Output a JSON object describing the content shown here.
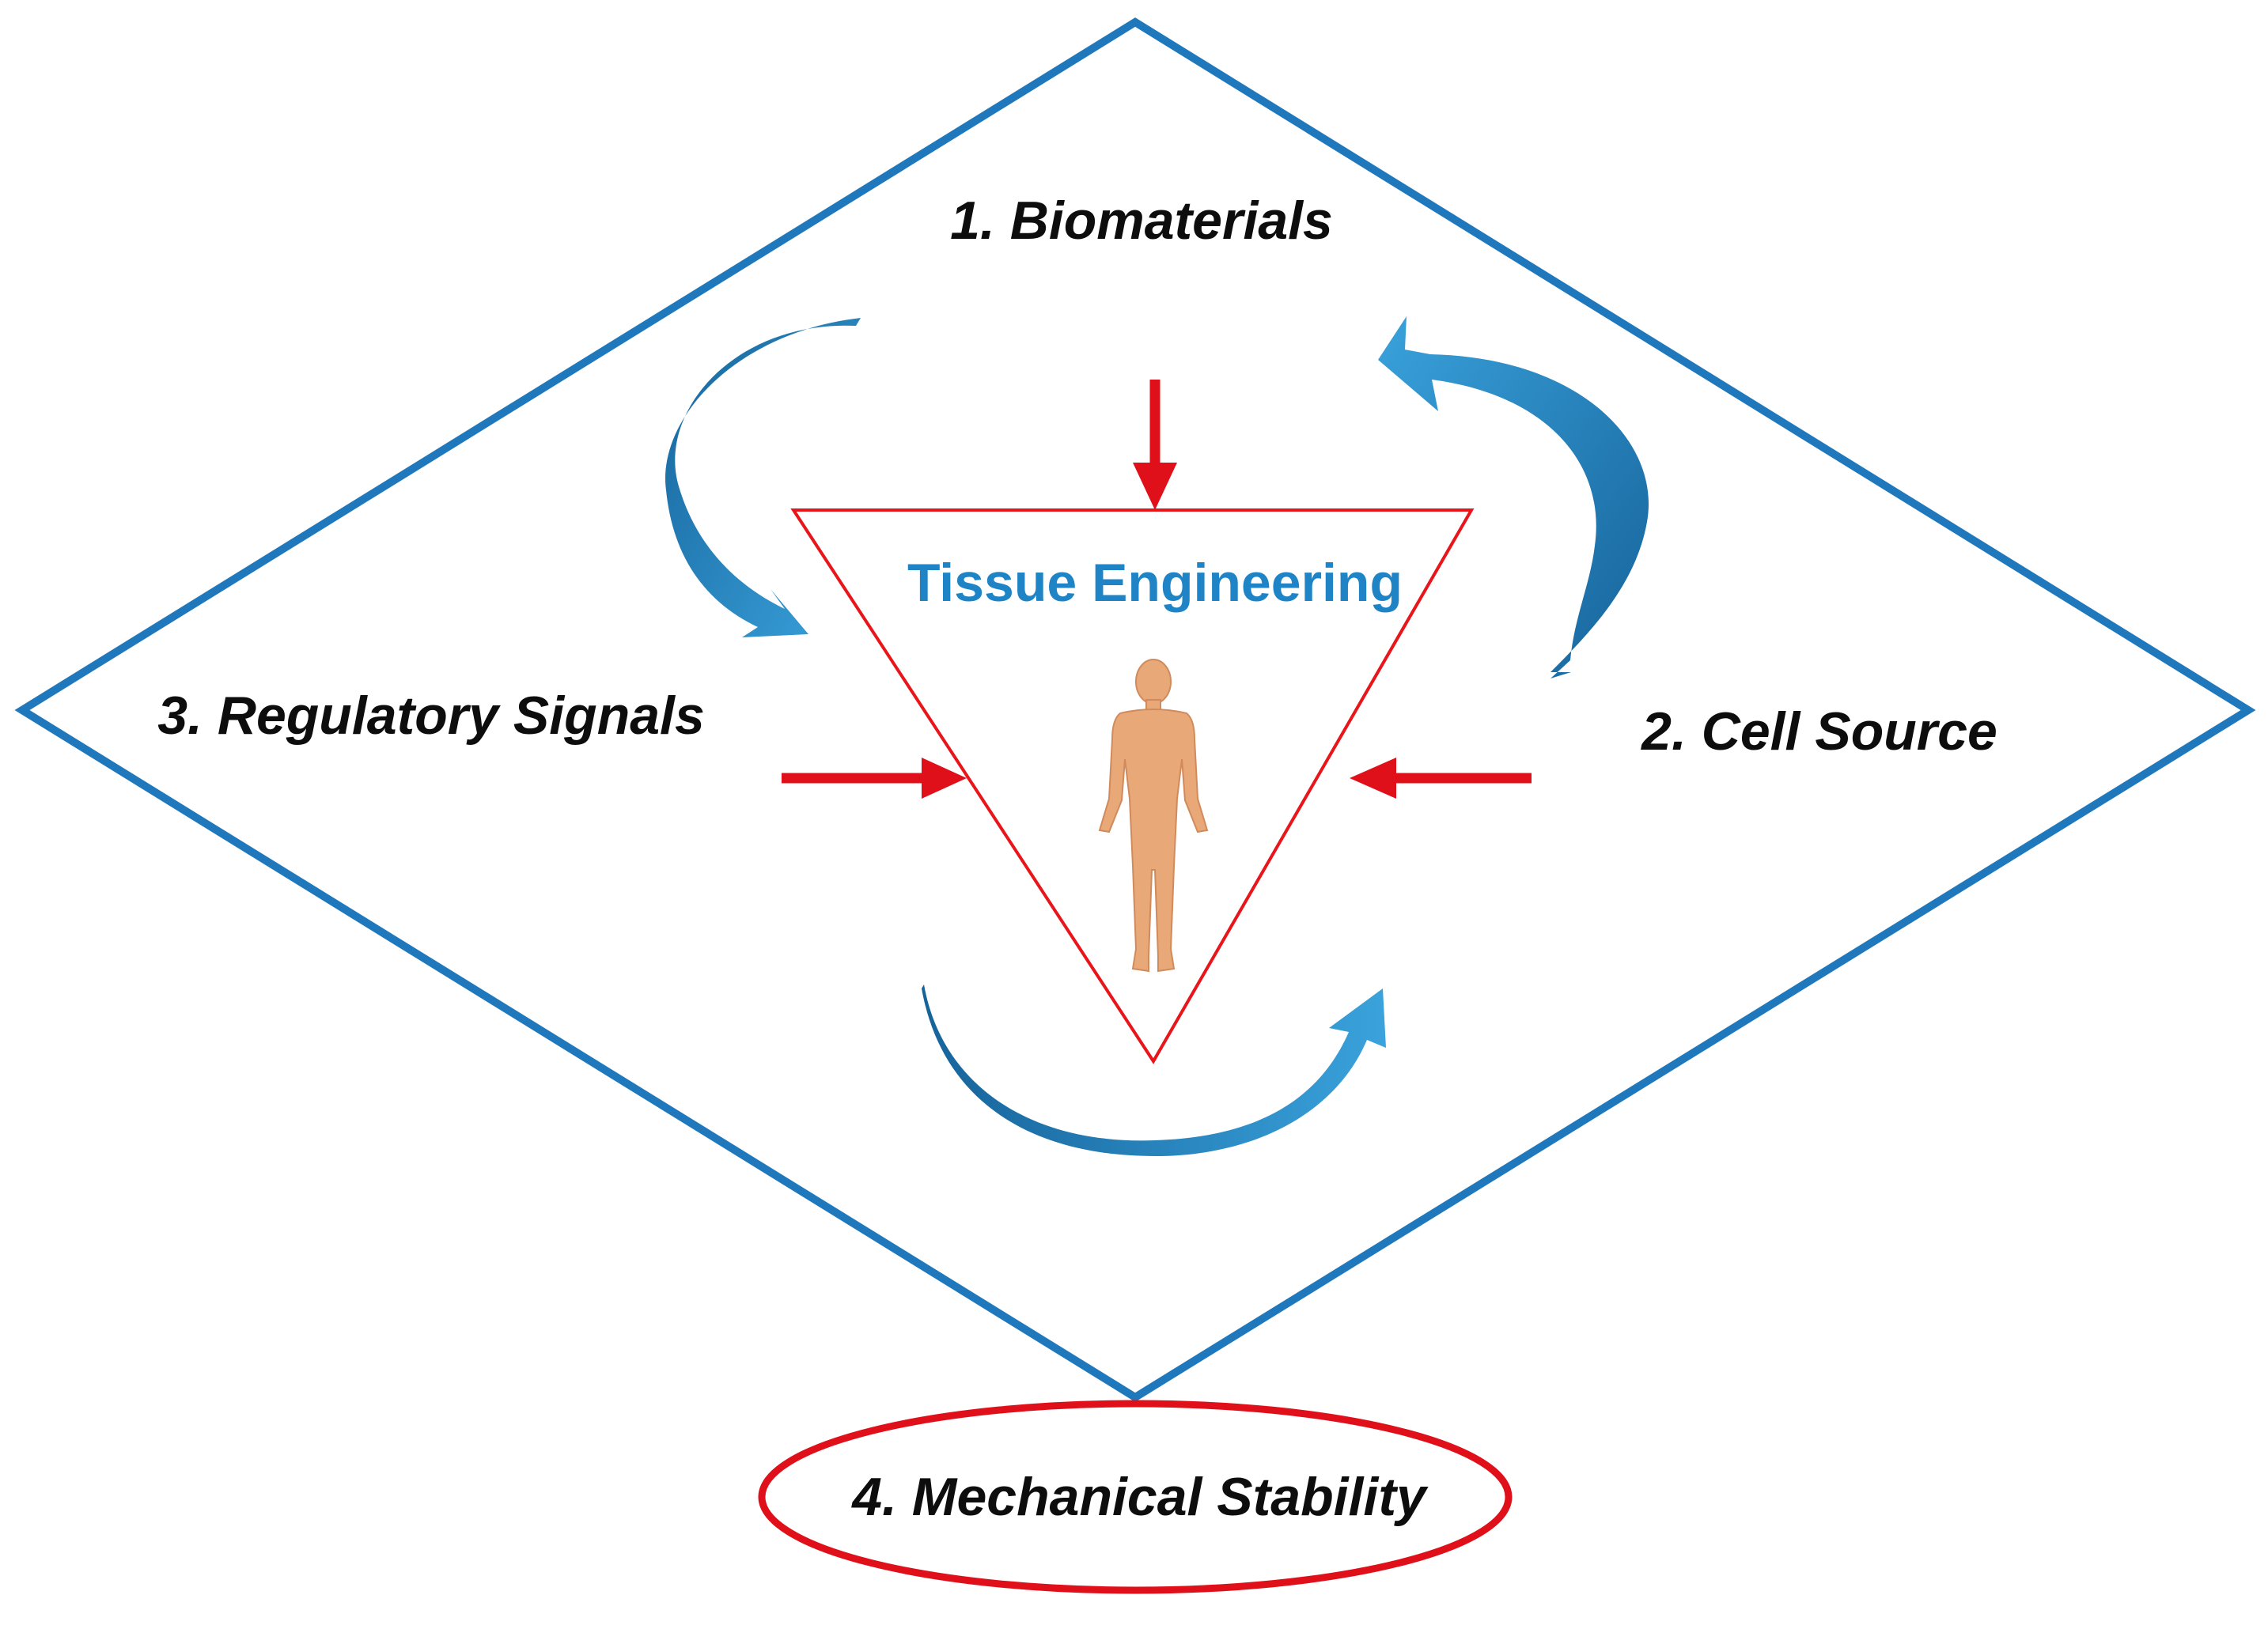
{
  "colors": {
    "diamond_stroke": "#1f78bb",
    "triangle_stroke": "#e8161b",
    "center_title": "#1f84c6",
    "red_arrow": "#e0101a",
    "curved_arrow_light": "#3aa2dc",
    "curved_arrow_dark": "#16639a",
    "ellipse_stroke": "#e0101a",
    "skin": "#e9a878",
    "skin_shadow": "#d18a5c",
    "label_text": "#0d0d0d"
  },
  "center": {
    "title": "Tissue Engineering",
    "figure_icon": "human-body-icon"
  },
  "factors": {
    "biomaterials": "1. Biomaterials",
    "cell_source": "2. Cell Source",
    "regulatory_signals": "3. Regulatory Signals",
    "mechanical_stability": "4. Mechanical Stability"
  },
  "icons": {
    "red_arrow": "arrow-right-icon",
    "curved_arrow": "curved-arrow-icon"
  }
}
